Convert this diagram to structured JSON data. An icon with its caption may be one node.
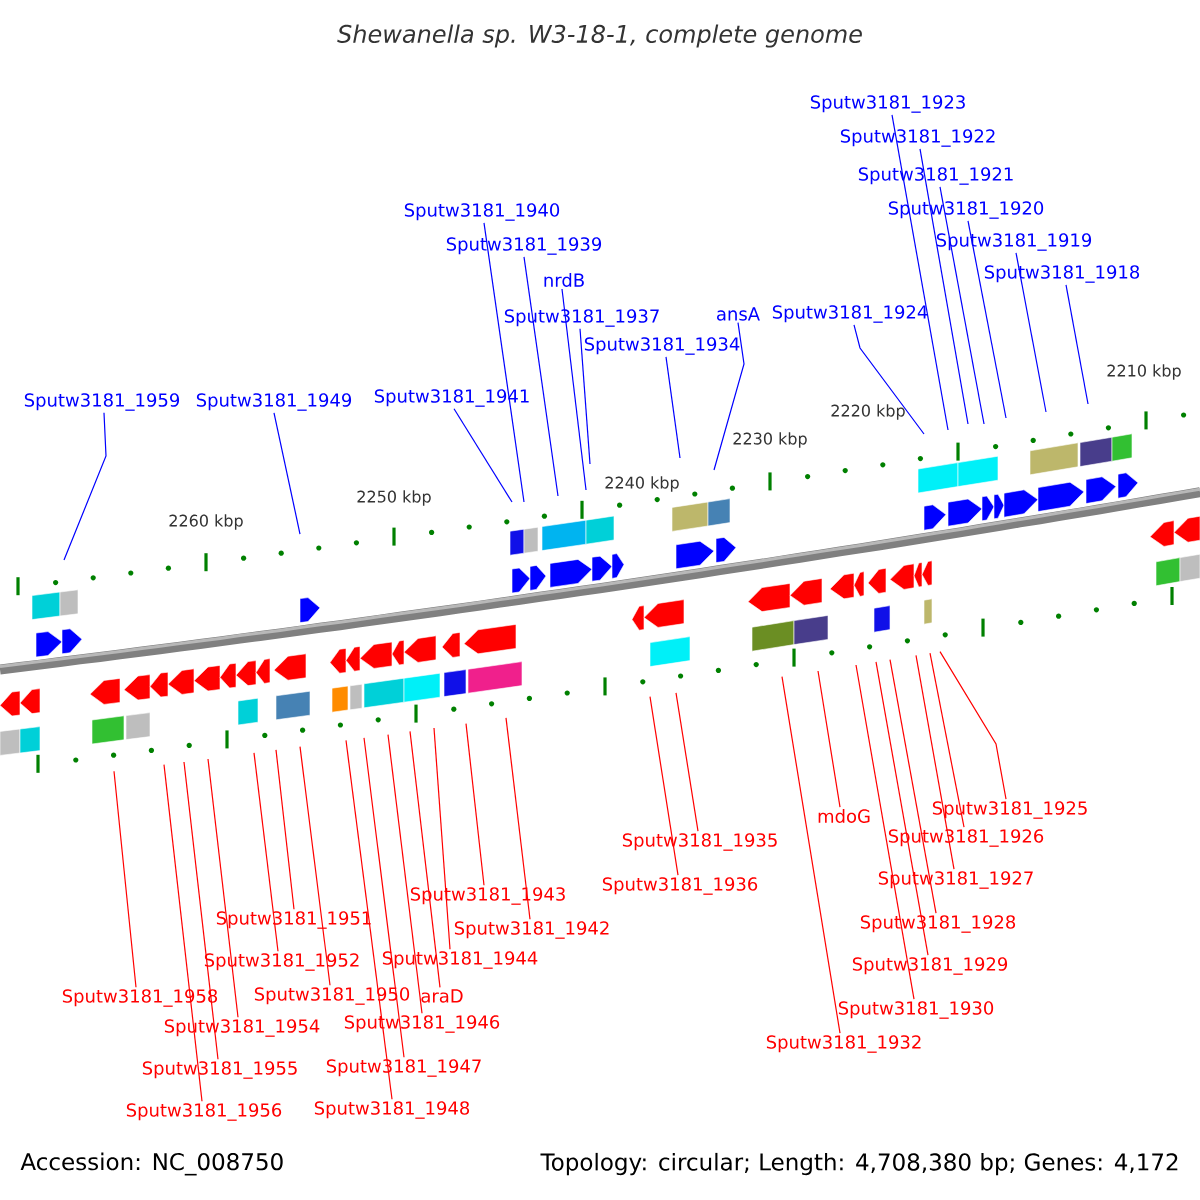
{
  "diagram": {
    "title": "Shewanella sp. W3-18-1, complete genome",
    "nodes": [
      {
        "text": [
          "Sputw3181_1923"
        ]
      },
      {
        "text": [
          "Sputw3181_1922"
        ]
      },
      {
        "text": [
          "Sputw3181_1921"
        ]
      },
      {
        "text": [
          "Sputw3181_1940"
        ]
      },
      {
        "text": [
          "Sputw3181_1920"
        ]
      },
      {
        "text": [
          "Sputw3181_1939"
        ]
      },
      {
        "text": [
          "Sputw3181_1919"
        ]
      },
      {
        "text": [
          "nrdB"
        ]
      },
      {
        "text": [
          "Sputw3181_1918"
        ]
      },
      {
        "text": [
          "ansA"
        ]
      },
      {
        "text": [
          "Sputw3181_1924"
        ]
      },
      {
        "text": [
          "Sputw3181_1937"
        ]
      },
      {
        "text": [
          "Sputw3181_1934"
        ]
      },
      {
        "text": [
          "Sputw3181_1959"
        ]
      },
      {
        "text": [
          "Sputw3181_1949"
        ]
      },
      {
        "text": [
          "Sputw3181_1941"
        ]
      },
      {
        "text": [
          "Sputw3181_1925"
        ]
      },
      {
        "text": [
          "mdoG"
        ]
      },
      {
        "text": [
          "Sputw3181_1926"
        ]
      },
      {
        "text": [
          "Sputw3181_1935"
        ]
      },
      {
        "text": [
          "Sputw3181_1927"
        ]
      },
      {
        "text": [
          "Sputw3181_1936"
        ]
      },
      {
        "text": [
          "Sputw3181_1943"
        ]
      },
      {
        "text": [
          "Sputw3181_1951"
        ]
      },
      {
        "text": [
          "Sputw3181_1928"
        ]
      },
      {
        "text": [
          "Sputw3181_1942"
        ]
      },
      {
        "text": [
          "Sputw3181_1944"
        ]
      },
      {
        "text": [
          "Sputw3181_1952"
        ]
      },
      {
        "text": [
          "Sputw3181_1929"
        ]
      },
      {
        "text": [
          "Sputw3181_1958"
        ]
      },
      {
        "text": [
          "Sputw3181_1950"
        ]
      },
      {
        "text": [
          "araD"
        ]
      },
      {
        "text": [
          "Sputw3181_1930"
        ]
      },
      {
        "text": [
          "Sputw3181_1946"
        ]
      },
      {
        "text": [
          "Sputw3181_1954"
        ]
      },
      {
        "text": [
          "Sputw3181_1932"
        ]
      },
      {
        "text": [
          "Sputw3181_1947"
        ]
      },
      {
        "text": [
          "Sputw3181_1955"
        ]
      },
      {
        "text": [
          "Sputw3181_1956"
        ]
      },
      {
        "text": [
          "Sputw3181_1948"
        ]
      }
    ],
    "edges": [
      {
        "from": 0,
        "to": null,
        "arrow": "none",
        "color": "#0000ff"
      },
      {
        "from": 1,
        "to": null,
        "arrow": "none",
        "color": "#0000ff"
      },
      {
        "from": 2,
        "to": null,
        "arrow": "none",
        "color": "#0000ff"
      },
      {
        "from": 3,
        "to": null,
        "arrow": "none",
        "color": "#0000ff"
      },
      {
        "from": 4,
        "to": null,
        "arrow": "none",
        "color": "#0000ff"
      },
      {
        "from": 5,
        "to": null,
        "arrow": "none",
        "color": "#0000ff"
      },
      {
        "from": 6,
        "to": null,
        "arrow": "none",
        "color": "#0000ff"
      },
      {
        "from": 7,
        "to": null,
        "arrow": "none",
        "color": "#0000ff"
      },
      {
        "from": 8,
        "to": null,
        "arrow": "none",
        "color": "#0000ff"
      },
      {
        "from": 9,
        "to": null,
        "arrow": "none",
        "color": "#0000ff"
      },
      {
        "from": 10,
        "to": null,
        "arrow": "none",
        "color": "#0000ff"
      },
      {
        "from": 11,
        "to": null,
        "arrow": "none",
        "color": "#0000ff"
      },
      {
        "from": 12,
        "to": null,
        "arrow": "none",
        "color": "#0000ff"
      },
      {
        "from": 13,
        "to": null,
        "arrow": "none",
        "color": "#0000ff"
      },
      {
        "from": 14,
        "to": null,
        "arrow": "none",
        "color": "#0000ff"
      },
      {
        "from": 15,
        "to": null,
        "arrow": "none",
        "color": "#0000ff"
      },
      {
        "from": 16,
        "to": null,
        "arrow": "none"
      },
      {
        "from": 17,
        "to": null,
        "arrow": "none"
      },
      {
        "from": 18,
        "to": null,
        "arrow": "none"
      },
      {
        "from": 19,
        "to": null,
        "arrow": "none"
      },
      {
        "from": 20,
        "to": null,
        "arrow": "none"
      },
      {
        "from": 21,
        "to": null,
        "arrow": "none"
      },
      {
        "from": 22,
        "to": null,
        "arrow": "none"
      },
      {
        "from": 23,
        "to": null,
        "arrow": "none"
      },
      {
        "from": 24,
        "to": null,
        "arrow": "none"
      },
      {
        "from": 25,
        "to": null,
        "arrow": "none"
      },
      {
        "from": 26,
        "to": null,
        "arrow": "none"
      },
      {
        "from": 27,
        "to": null,
        "arrow": "none"
      },
      {
        "from": 28,
        "to": null,
        "arrow": "none"
      },
      {
        "from": 29,
        "to": null,
        "arrow": "none"
      },
      {
        "from": 30,
        "to": null,
        "arrow": "none"
      },
      {
        "from": 31,
        "to": null,
        "arrow": "none"
      },
      {
        "from": 32,
        "to": null,
        "arrow": "none"
      },
      {
        "from": 33,
        "to": null,
        "arrow": "none"
      },
      {
        "from": 34,
        "to": null,
        "arrow": "none"
      },
      {
        "from": 35,
        "to": null,
        "arrow": "none"
      },
      {
        "from": 36,
        "to": null,
        "arrow": "none"
      },
      {
        "from": 37,
        "to": null,
        "arrow": "none"
      },
      {
        "from": 38,
        "to": null,
        "arrow": "none"
      },
      {
        "from": 39,
        "to": null,
        "arrow": "none"
      }
    ],
    "labels": [
      "2210 kbp",
      "2220 kbp",
      "2230 kbp",
      "2240 kbp",
      "2250 kbp",
      "2260 kbp",
      "Accession: NC_008750",
      "Topology: circular; Length: 4,708,380 bp; Genes: 4,172"
    ]
  }
}
